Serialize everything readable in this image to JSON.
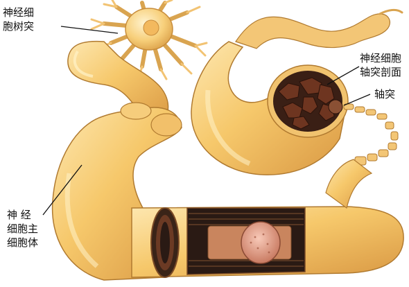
{
  "labels": {
    "dendrite": {
      "line1": "神经细",
      "line2": "胞树突"
    },
    "axon_section": {
      "line1": "神经细胞",
      "line2": "轴突剖面"
    },
    "axon": "轴突",
    "body": {
      "line1": "神 经",
      "line2": "细胞主",
      "line3": "细胞体"
    }
  },
  "colors": {
    "tube_fill": "#f5c66a",
    "tube_light": "#fbe3a6",
    "tube_shadow": "#d79a3e",
    "outline": "#8a5a1e",
    "section_dark": "#2a1a14",
    "section_mid": "#6b3a24",
    "core": "#e9a68f"
  }
}
